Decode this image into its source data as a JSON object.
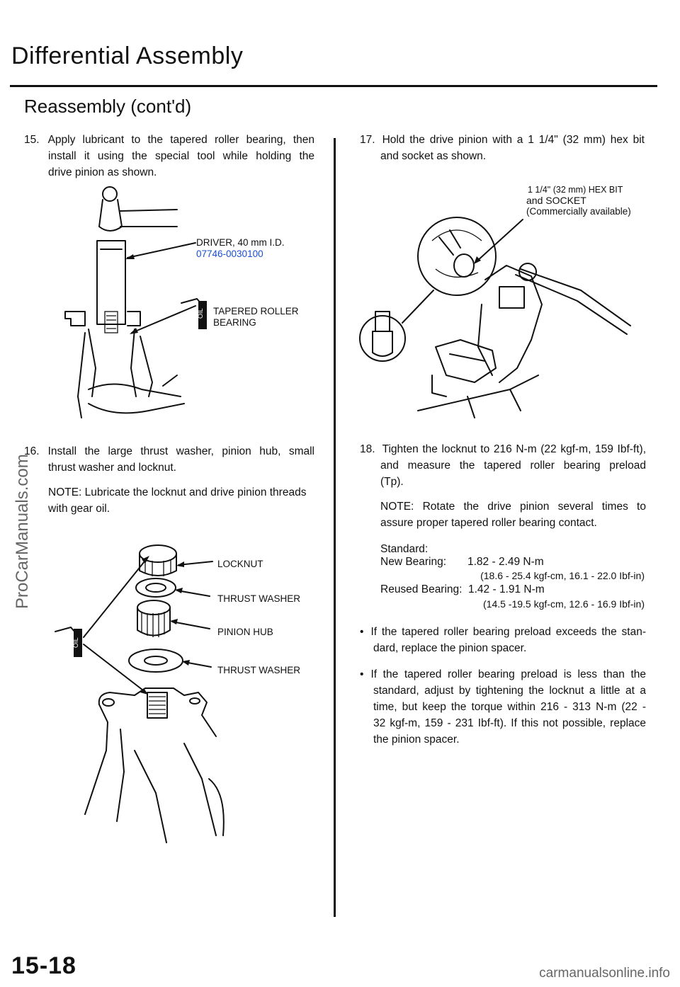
{
  "header": {
    "title": "Differential Assembly",
    "subtitle": "Reassembly (cont'd)"
  },
  "left": {
    "step15": {
      "number": "15.",
      "text_line1": "Apply lubricant to the tapered roller bearing, then",
      "text_line2": "install it using the special tool while holding the",
      "text_line3": "drive pinion as shown."
    },
    "fig1": {
      "driver_label": "DRIVER, 40 mm I.D.",
      "driver_part": "07746-0030100",
      "bearing_label_1": "TAPERED ROLLER",
      "bearing_label_2": "BEARING",
      "oil_tag": "OIL"
    },
    "step16": {
      "number": "16.",
      "text_line1": "Install the large thrust washer, pinion hub, small",
      "text_line2": "thrust washer and locknut.",
      "note_line1": "NOTE: Lubricate the locknut and drive pinion threads",
      "note_line2": "with gear oil."
    },
    "fig2": {
      "locknut": "LOCKNUT",
      "thrust_washer_1": "THRUST WASHER",
      "pinion_hub": "PINION HUB",
      "thrust_washer_2": "THRUST WASHER",
      "oil_tag": "OIL"
    }
  },
  "right": {
    "step17": {
      "number": "17.",
      "text_line1": "Hold the drive pinion with a 1 1/4\" (32 mm) hex bit",
      "text_line2": "and socket as shown."
    },
    "fig3": {
      "label_line1": "1 1/4\" (32 mm) HEX BIT",
      "label_line2": "and SOCKET",
      "label_line3": "(Commercially available)"
    },
    "step18": {
      "number": "18.",
      "text_line1": "Tighten the locknut to 216 N-m (22 kgf-m, 159 Ibf-ft),",
      "text_line2": "and measure the tapered roller bearing preload",
      "text_line3": "(Tp).",
      "note_line1": "NOTE: Rotate the drive pinion several times to",
      "note_line2": "assure proper tapered roller bearing contact.",
      "standard_label": "Standard:",
      "new_bearing_label": "New Bearing:",
      "new_bearing_value": "1.82 - 2.49 N-m",
      "new_bearing_sub": "(18.6 - 25.4 kgf-cm, 16.1 - 22.0 Ibf-in)",
      "reused_bearing_label": "Reused Bearing:",
      "reused_bearing_value": "1.42 - 1.91 N-m",
      "reused_bearing_sub": "(14.5 -19.5 kgf-cm, 12.6 - 16.9 Ibf-in)"
    },
    "bullets": [
      {
        "line1": "If the tapered roller bearing preload exceeds the stan-",
        "line2": "dard, replace the pinion spacer."
      },
      {
        "line1": "If the tapered roller bearing preload is less than the",
        "line2": "standard, adjust by tightening the locknut a little at a",
        "line3": "time, but keep the torque within 216 - 313 N-m (22 -",
        "line4": "32 kgf-m, 159 - 231 Ibf-ft). If this not possible, replace",
        "line5": "the pinion spacer."
      }
    ]
  },
  "footer": {
    "page_number": "15-18",
    "watermark_side": "ProCarManuals.com",
    "watermark_bottom": "carmanualsonline.info"
  }
}
